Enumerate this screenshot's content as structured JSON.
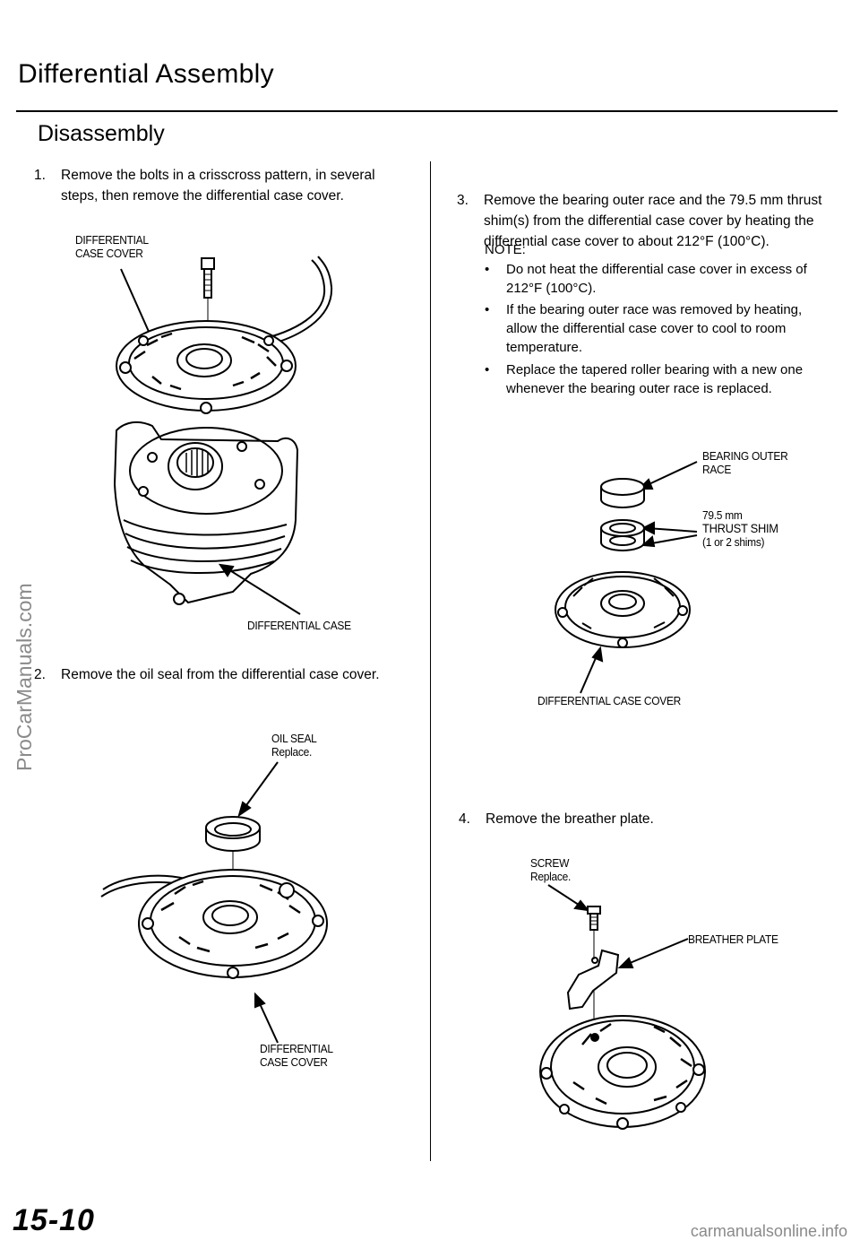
{
  "header": {
    "title": "Differential Assembly",
    "subtitle": "Disassembly"
  },
  "left": {
    "step1": {
      "num": "1.",
      "text": "Remove the bolts in a crisscross pattern, in several steps, then remove the differential case cover."
    },
    "fig1_labels": {
      "cover_line1": "DIFFERENTIAL",
      "cover_line2": "CASE COVER",
      "case": "DIFFERENTIAL  CASE"
    },
    "step2": {
      "num": "2.",
      "text": "Remove the oil seal from the differential case cover."
    },
    "fig2_labels": {
      "seal_line1": "OIL  SEAL",
      "seal_line2": "Replace.",
      "cover_line1": "DIFFERENTIAL",
      "cover_line2": "CASE COVER"
    }
  },
  "right": {
    "step3": {
      "num": "3.",
      "text": "Remove the bearing outer race and the 79.5 mm thrust shim(s) from the differential case cover by heating the differential case cover to about 212°F (100°C)."
    },
    "note": {
      "heading": "NOTE:",
      "bullets": [
        "Do not heat the differential case cover in excess of 212°F (100°C).",
        "If the bearing outer race was removed by heating, allow the differential case cover to cool to room temperature.",
        "Replace the tapered roller bearing with a new one whenever the bearing outer race is replaced."
      ]
    },
    "fig3_labels": {
      "race_line1": "BEARING OUTER",
      "race_line2": "RACE",
      "shim_line1": "79.5 mm",
      "shim_line2": "THRUST SHIM",
      "shim_line3": "(1 or 2 shims)",
      "cover": "DIFFERENTIAL  CASE  COVER"
    },
    "step4": {
      "num": "4.",
      "text": "Remove the breather plate."
    },
    "fig4_labels": {
      "screw_line1": "SCREW",
      "screw_line2": "Replace.",
      "plate": "BREATHER  PLATE"
    }
  },
  "footer": {
    "page_number": "15-10",
    "watermark_side": "ProCarManuals.com",
    "watermark_bottom": "carmanualsonline.info"
  }
}
